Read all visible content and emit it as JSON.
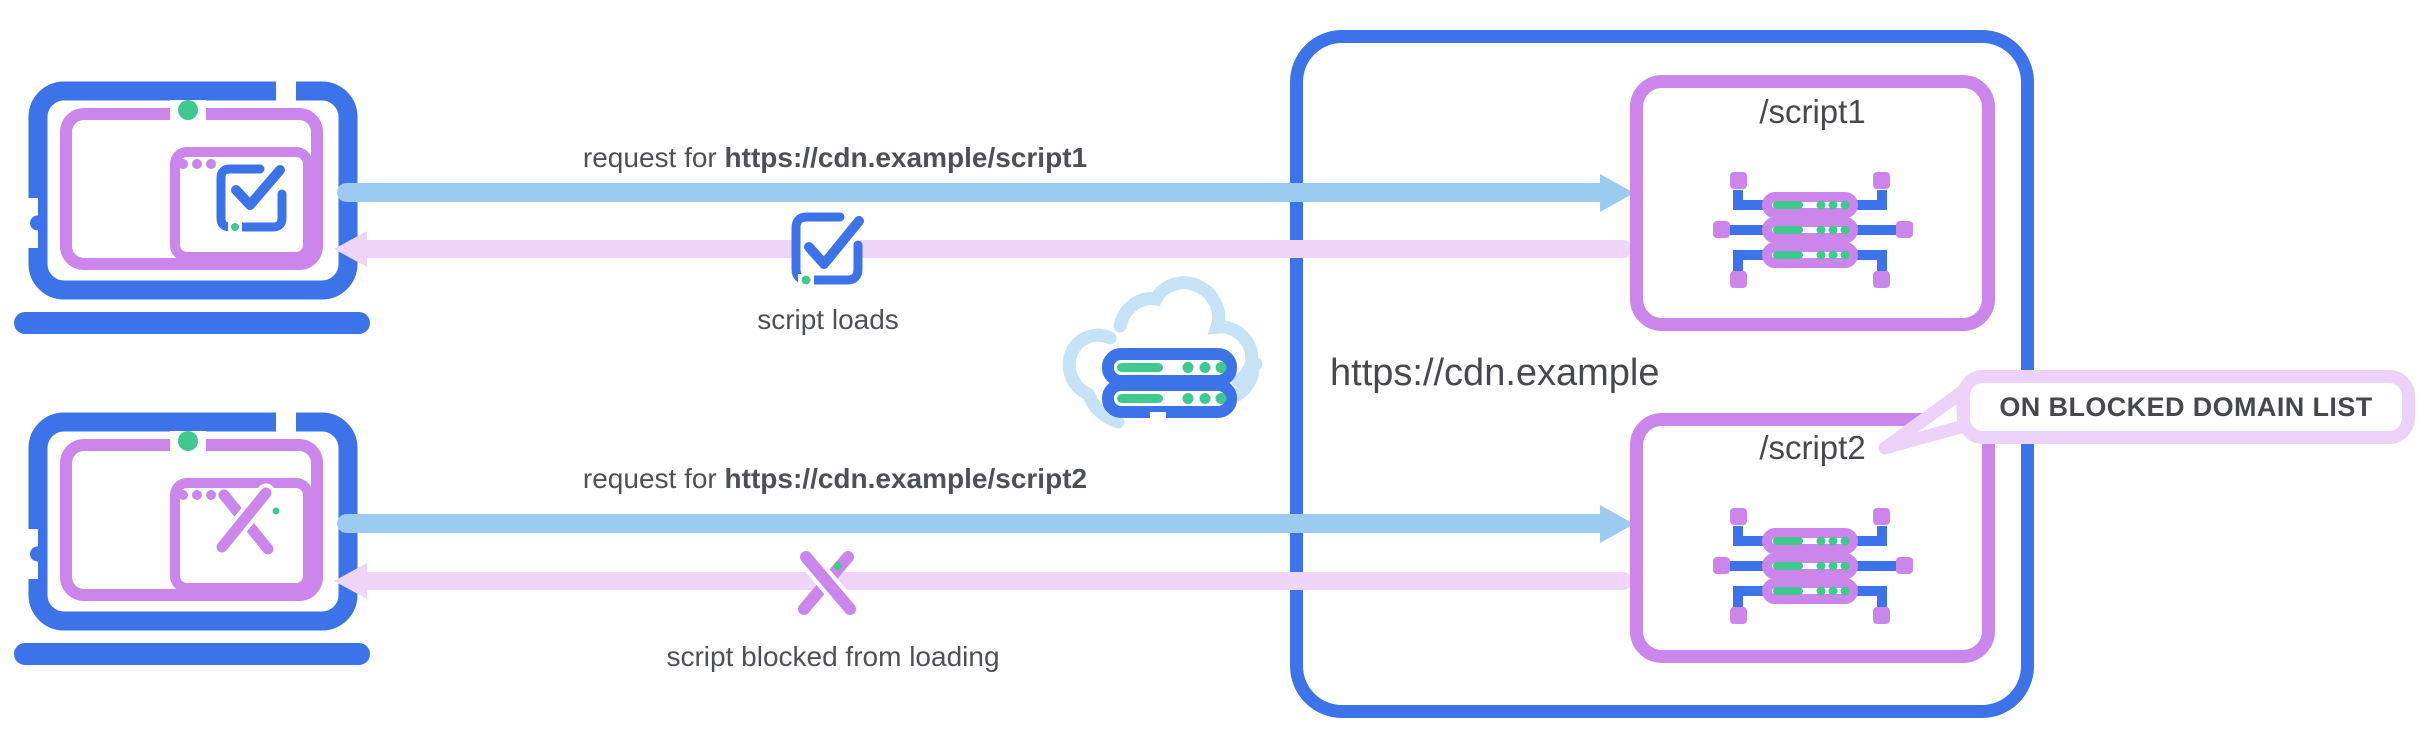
{
  "cdn": {
    "domain": "https://cdn.example",
    "endpoints": [
      "/script1",
      "/script2"
    ]
  },
  "requests": [
    {
      "prefix": "request for ",
      "url": "https://cdn.example/script1",
      "result": "script loads"
    },
    {
      "prefix": "request for ",
      "url": "https://cdn.example/script2",
      "result": "script blocked from loading"
    }
  ],
  "callout": {
    "text": "ON BLOCKED DOMAIN LIST"
  },
  "icons": {
    "client": "laptop-icon",
    "success": "checkmark-icon",
    "blocked": "cross-icon",
    "network": "cloud-server-icon",
    "endpoint": "server-rack-icon",
    "callout_pointer": "speech-bubble-tail"
  },
  "colors": {
    "blue": "#3D73E8",
    "purple": "#CB85EB",
    "light_blue": "#9CCBF1",
    "pale_blue": "#C6E2F7",
    "light_purple": "#EED5F9",
    "pale_purple": "#ECD2F8",
    "green": "#3FC98E",
    "text_dark": "#47484B",
    "text_mid": "#4D5156"
  }
}
